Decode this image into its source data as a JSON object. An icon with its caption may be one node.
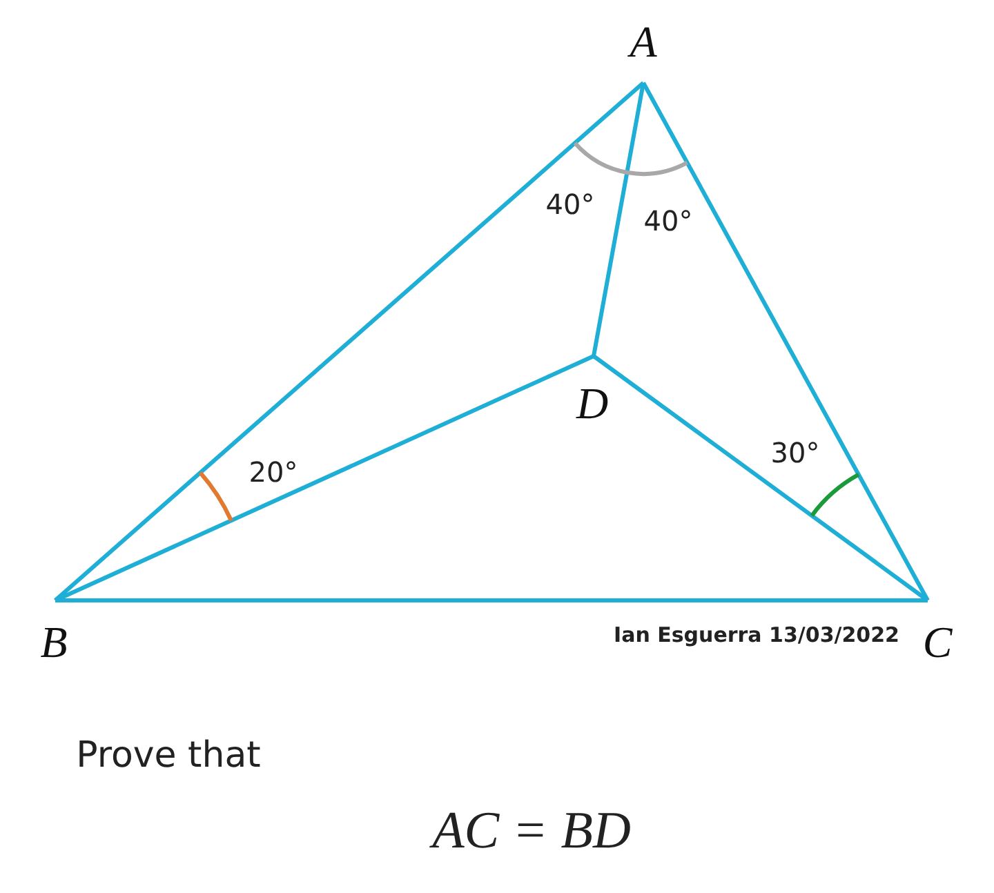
{
  "diagram": {
    "nodes": [
      {
        "text": [
          "A"
        ]
      },
      {
        "text": [
          "D"
        ]
      },
      {
        "text": [
          "B"
        ]
      },
      {
        "text": [
          "C"
        ]
      }
    ],
    "edges": [
      {
        "from": 0,
        "to": 2,
        "arrow": "none"
      },
      {
        "from": 0,
        "to": 3,
        "arrow": "none"
      },
      {
        "from": 0,
        "to": 1,
        "arrow": "none"
      },
      {
        "from": 2,
        "to": 1,
        "arrow": "none"
      },
      {
        "from": 1,
        "to": 3,
        "arrow": "none"
      },
      {
        "from": 2,
        "to": 3,
        "arrow": "none"
      }
    ],
    "labels": [
      "40°",
      "40°",
      "20°",
      "30°",
      "Ian Esguerra 13/03/2022",
      "Prove that",
      "AC = BD"
    ]
  }
}
